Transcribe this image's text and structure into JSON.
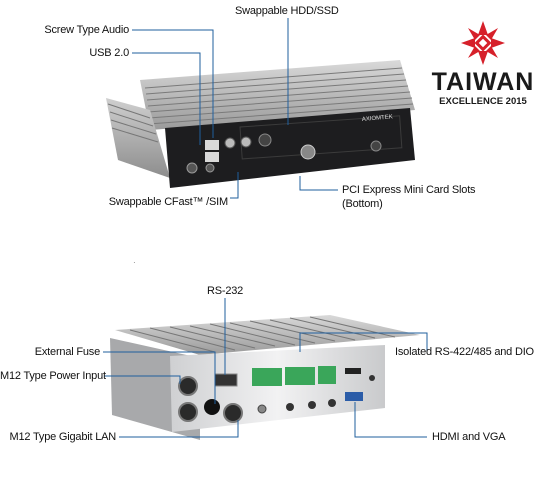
{
  "top_device": {
    "labels": {
      "screw_audio": "Screw Type Audio",
      "usb": "USB 2.0",
      "hdd": "Swappable HDD/SSD",
      "cfast": "Swappable CFast™ /SIM",
      "pcie_line1": "PCI Express Mini Card Slots",
      "pcie_line2": "(Bottom)"
    }
  },
  "bottom_device": {
    "labels": {
      "rs232": "RS-232",
      "fuse": "External Fuse",
      "power": "M12 Type Power Input",
      "lan": "M12 Type Gigabit LAN",
      "isolated": "Isolated RS-422/485 and DIO",
      "hdmi_vga": "HDMI and VGA"
    }
  },
  "award": {
    "name": "TAIWAN",
    "subtitle": "EXCELLENCE 2015",
    "logo_color": "#d6202a"
  },
  "colors": {
    "leader_line": "#1f5f9e"
  }
}
